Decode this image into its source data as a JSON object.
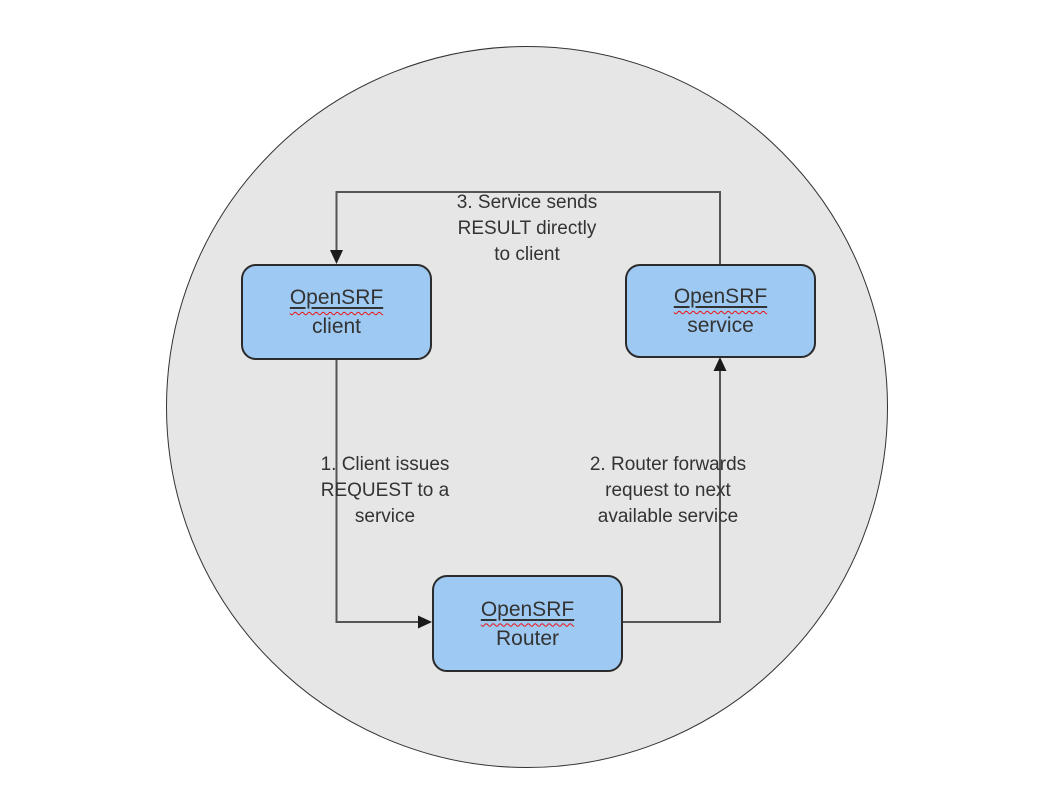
{
  "diagram": {
    "nodes": {
      "client": {
        "line1": "OpenSRF",
        "line2": "client"
      },
      "service": {
        "line1": "OpenSRF",
        "line2": "service"
      },
      "router": {
        "line1": "OpenSRF",
        "line2": "Router"
      }
    },
    "annotations": {
      "step1": {
        "text": "1. Client issues\nREQUEST to a\nservice"
      },
      "step2": {
        "text": "2. Router forwards\nrequest to next\navailable service"
      },
      "step3": {
        "text": "3. Service sends\nRESULT directly\nto client"
      }
    },
    "edges": [
      {
        "from": "client",
        "to": "router",
        "step": 1,
        "label": "1. Client issues REQUEST to a service"
      },
      {
        "from": "router",
        "to": "service",
        "step": 2,
        "label": "2. Router forwards request to next available service"
      },
      {
        "from": "service",
        "to": "client",
        "step": 3,
        "label": "3. Service sends RESULT directly to client"
      }
    ],
    "colors": {
      "node_fill": "#9dc9f2",
      "node_border": "#2b2b2b",
      "circle_fill": "#e6e6e6",
      "circle_border": "#333333",
      "connector_line": "#555555",
      "arrowhead": "#1a1a1a",
      "text": "#333333",
      "squiggle": "#ee1111",
      "page_background": "#ffffff"
    }
  }
}
